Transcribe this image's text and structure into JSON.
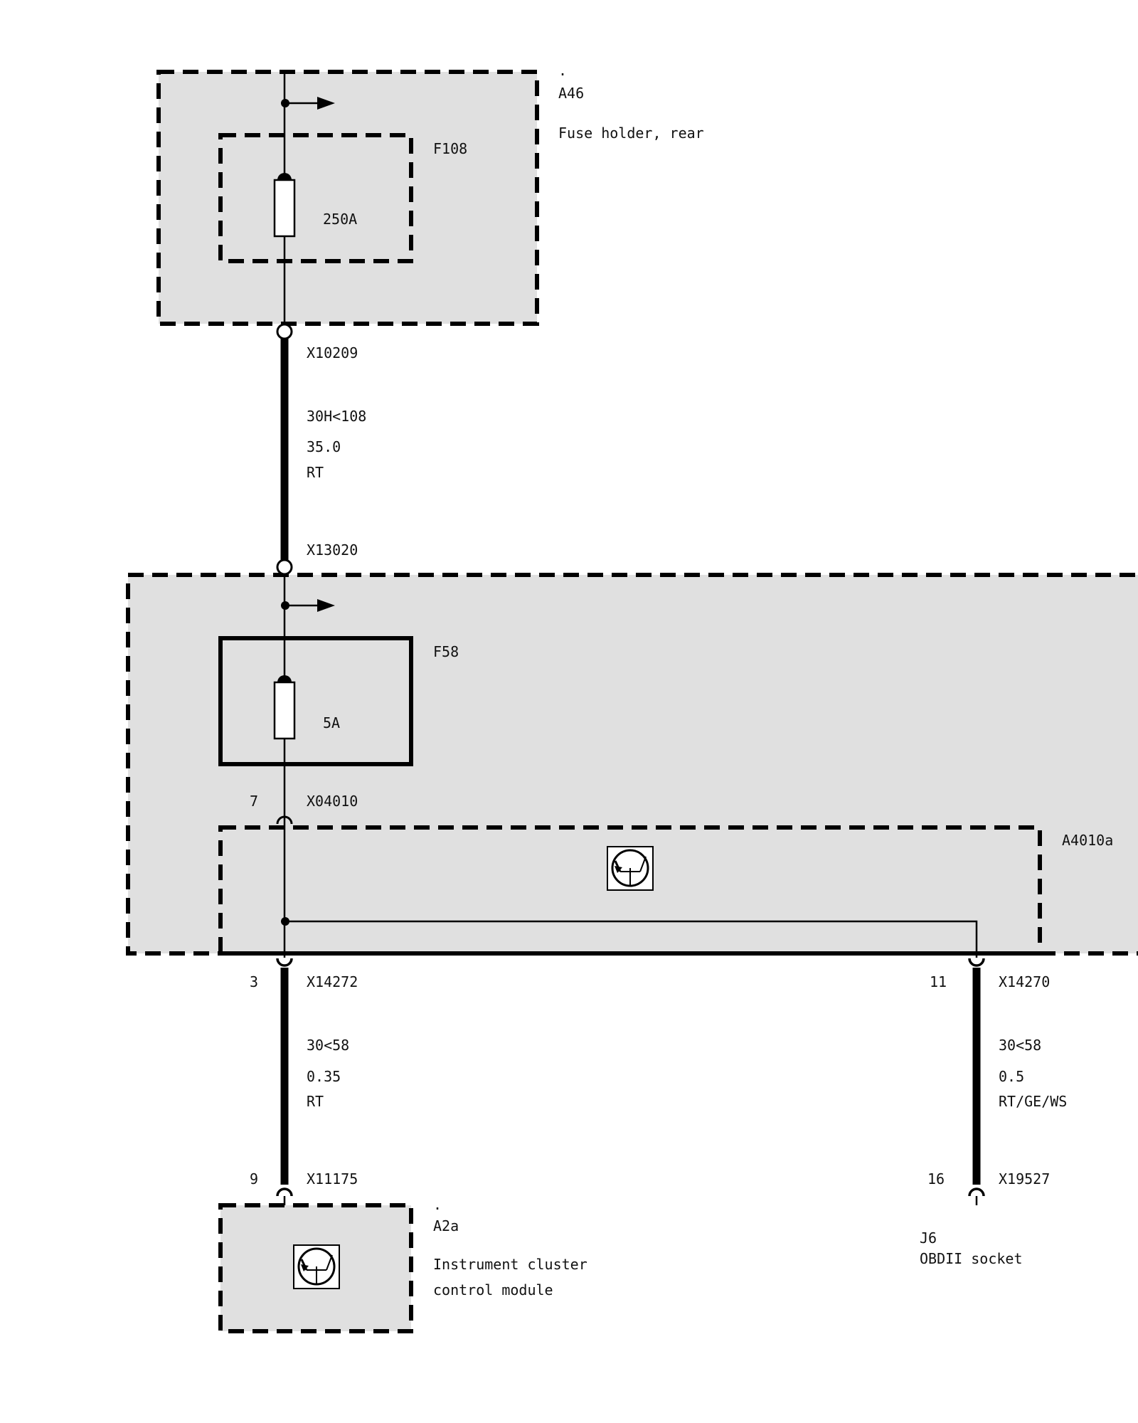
{
  "components": {
    "a46": {
      "dot": ".",
      "id": "A46",
      "description": "Fuse holder, rear"
    },
    "f108": {
      "id": "F108",
      "rating": "250A"
    },
    "f58": {
      "id": "F58",
      "rating": "5A"
    },
    "a4010a": {
      "id": "A4010a"
    },
    "a2a": {
      "dot": ".",
      "id": "A2a",
      "description_line1": "Instrument cluster",
      "description_line2": "control module"
    },
    "j6": {
      "id": "J6",
      "description": "OBDII socket"
    }
  },
  "connectors": {
    "x10209": {
      "id": "X10209"
    },
    "x13020": {
      "id": "X13020"
    },
    "x04010": {
      "id": "X04010",
      "pin": "7"
    },
    "x14272": {
      "id": "X14272",
      "pin": "3"
    },
    "x14270": {
      "id": "X14270",
      "pin": "11"
    },
    "x11175": {
      "id": "X11175",
      "pin": "9"
    },
    "x19527": {
      "id": "X19527",
      "pin": "16"
    }
  },
  "wires": {
    "main_feed": {
      "circuit": "30H<108",
      "gauge": "35.0",
      "color": "RT"
    },
    "cluster_feed": {
      "circuit": "30<58",
      "gauge": "0.35",
      "color": "RT"
    },
    "obd_feed": {
      "circuit": "30<58",
      "gauge": "0.5",
      "color": "RT/GE/WS"
    }
  },
  "icons": {
    "continuation": "arrow-right-icon",
    "control_unit": "transistor-symbol-icon"
  }
}
